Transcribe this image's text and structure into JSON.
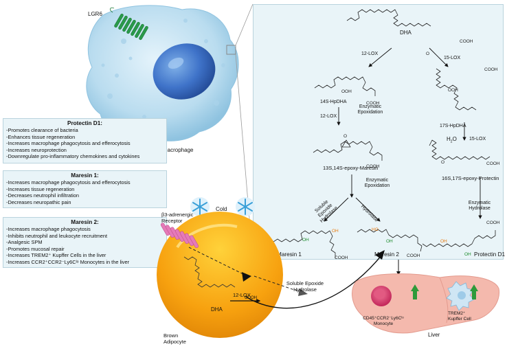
{
  "colors": {
    "panel_bg": "#e9f4f8",
    "arrow": "#111111",
    "hydroxyl_green": "#1a8a2a",
    "hydroxyl_orange": "#e87a10",
    "lgr6_green": "#2a9a4a",
    "adrenergic_pink": "#e57ab8",
    "adipocyte_orange": "#f59a10",
    "liver_pink": "#f4b9ad",
    "up_arrow_green": "#2e9a3a",
    "snowflake_blue": "#3aa0d8"
  },
  "cell": {
    "receptor_label": "LGR6",
    "cell_label": "Macrophage"
  },
  "protectin_box": {
    "title": "Protectin D1:",
    "lines": [
      "-Promotes clearance of bacteria",
      "-Enhances tissue regeneration",
      "-Increases macrophage phagocytosis and efferocytosis",
      "-Increases neuroprotection",
      "-Downregulate pro-inflammatory chemokines and cytokines"
    ]
  },
  "maresin1_box": {
    "title": "Maresin 1:",
    "lines": [
      "-Increases macrophage phagocytosis and efferocytosis",
      "-Increases tissue regeneration",
      "-Decreases neutrophil infiltration",
      "-Decreases neuropathic pain"
    ]
  },
  "maresin2_box": {
    "title": "Maresin 2:",
    "lines": [
      "-Increases macrophage phagocytosis",
      "-Inhibits neutrophil and leukocyte recruitment",
      "-Analgesic SPM",
      "-Promotes mucosal repair",
      "-Increases TREM2⁺ Kupffer Cells in the liver",
      "-Increases CCR2⁺CCR2⁻Ly6Cˡᵒ Monocytes in the liver"
    ]
  },
  "pathway": {
    "dha": "DHA",
    "lox12": "12-LOX",
    "lox15": "15-LOX",
    "hpdha14": "14S-HpDHA",
    "enz_epox": "Enzymatic Epoxidation",
    "lox12_b": "12-LOX",
    "hpdha17": "17S-HpDHA",
    "h2o_h": "H",
    "h2o_o": "O",
    "lox15_b": "15-LOX",
    "epoxy_maresin": "13S,14S-epoxy-Maresin",
    "enz_epox_b": "Enzymatic Epoxidation",
    "epoxy_protectin": "16S,17S-epoxy-Protectin",
    "soluble_epoxide_hydrolase": "Soluble Epoxide Hydrolase",
    "hydrolase": "Hydrolase",
    "enzymatic_hydrolase": "Enzymatic Hydrolase",
    "maresin1": "Maresin 1",
    "maresin2": "Maresin 2",
    "protectin_d1": "Protectin D1",
    "oh": "OH",
    "ho": "HO",
    "cooh": "COOH",
    "ooh": "OOH",
    "o": "O"
  },
  "bottom": {
    "cold": "Cold",
    "beta3": "β3-adrenergic Receptor",
    "lox12": "12-LOX",
    "dha": "DHA",
    "cooh": "COOH",
    "seh": "Soluble Epoxide Hydrolase",
    "brown_adipocyte": "Brown Adipocyte",
    "monocyte": "CD45⁺CCR2⁻Ly6Cˡᵒ Monocyte",
    "kupffer": "TREM2⁺ Kupffer Cell",
    "liver": "Liver"
  }
}
